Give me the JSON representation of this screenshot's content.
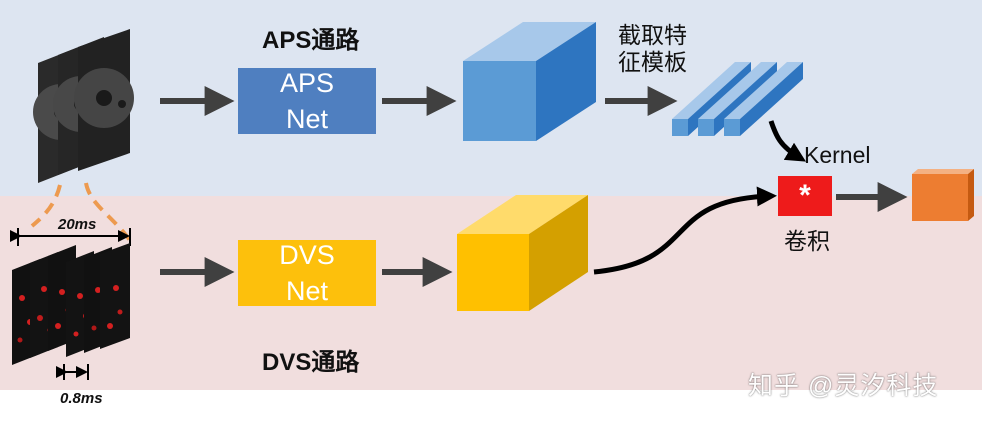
{
  "aps_path": {
    "title": "APS通路",
    "net_line1": "APS",
    "net_line2": "Net"
  },
  "dvs_path": {
    "title": "DVS通路",
    "net_line1": "DVS",
    "net_line2": "Net"
  },
  "template_label": {
    "line1": "截取特",
    "line2": "征模板"
  },
  "kernel_label": "Kernel",
  "conv_symbol": "*",
  "conv_label": "卷积",
  "aps_interval": "20ms",
  "dvs_interval": "0.8ms",
  "watermark": "知乎 @灵汐科技",
  "colors": {
    "aps_blue": "#4f7fc0",
    "dvs_yellow": "#fdc00c",
    "feature_blue": "#5b9bd5",
    "conv_red": "#ee1b1b",
    "output_orange": "#ed7d31",
    "arrow_gray": "#404040"
  }
}
